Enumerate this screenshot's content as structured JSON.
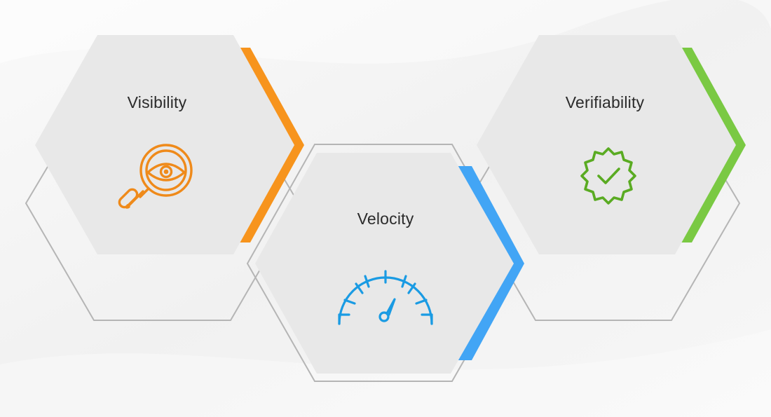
{
  "hexagons": [
    {
      "label": "Visibility",
      "accent": "#f7941d",
      "icon": "magnifier-eye-icon"
    },
    {
      "label": "Velocity",
      "accent": "#42a5f5",
      "icon": "speedometer-icon"
    },
    {
      "label": "Verifiability",
      "accent": "#7ac943",
      "icon": "verified-badge-icon"
    }
  ],
  "colors": {
    "background": "#f3f3f3",
    "hex_fill": "#e8e8e8",
    "outline": "#b5b5b5",
    "text": "#2b2b2b"
  }
}
